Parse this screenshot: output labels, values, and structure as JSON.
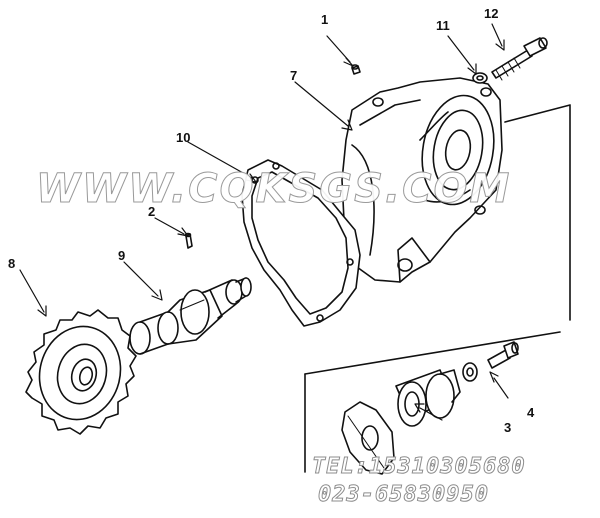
{
  "callouts": {
    "c1": "1",
    "c2": "2",
    "c3": "3",
    "c4": "4",
    "c7": "7",
    "c8": "8",
    "c9": "9",
    "c10": "10",
    "c11": "11",
    "c12": "12"
  },
  "watermark": {
    "site": "WWW.CQKSGS.COM",
    "tel": "TEL:15310305680",
    "phone": "023-65830950"
  },
  "colors": {
    "line": "#111111",
    "watermark_outline": "#9a9a9a"
  }
}
